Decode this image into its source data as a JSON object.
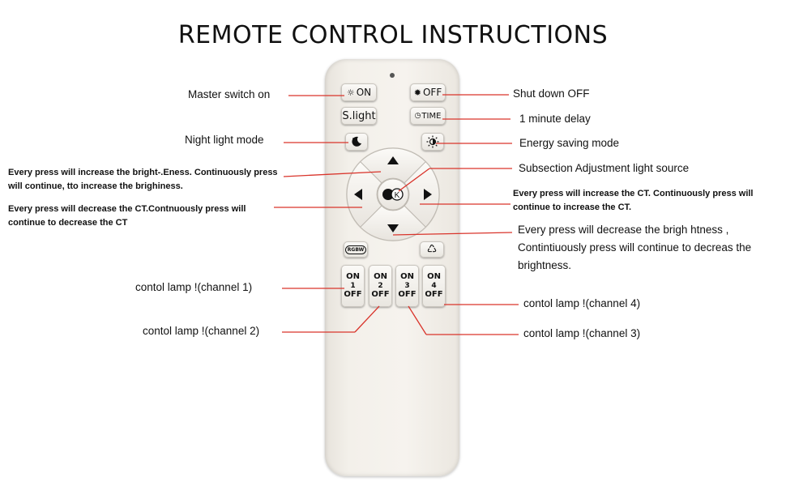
{
  "title": "REMOTE CONTROL INSTRUCTIONS",
  "buttons": {
    "on": "ON",
    "off": "OFF",
    "slight": "S.light",
    "time": "TIME",
    "ok": "K",
    "rgbw": "RGBW",
    "channels": [
      {
        "on": "ON",
        "num": "1",
        "off": "OFF"
      },
      {
        "on": "ON",
        "num": "2",
        "off": "OFF"
      },
      {
        "on": "ON",
        "num": "3",
        "off": "OFF"
      },
      {
        "on": "ON",
        "num": "4",
        "off": "OFF"
      }
    ]
  },
  "labels": {
    "master_switch": "Master switch on",
    "shut_down": "Shut down OFF",
    "minute_delay": "1 minute delay",
    "night_light": "Night light mode",
    "energy_saving": "Energy saving mode",
    "bright_increase": "Every press will increase the bright-.Eness. Continuously press will continue, tto increase the brighiness.",
    "subsection": "Subsection Adjustment light source",
    "ct_increase": "Every press will increase the CT. Continuously press will continue to increase the CT.",
    "ct_decrease": "Every press will decrease the CT.Contnuously press will continue to decrease the CT",
    "bright_decrease": "Every press will decrease the brigh htness , Contintiuously press will continue to decreas the brightness.",
    "channel1": "contol lamp !(channel 1)",
    "channel2": "contol lamp !(channel 2)",
    "channel3": "contol lamp !(channel 3)",
    "channel4": "contol lamp !(channel 4)"
  },
  "colors": {
    "leader_line": "#d9342b",
    "remote_body": "#f3f0ea"
  }
}
